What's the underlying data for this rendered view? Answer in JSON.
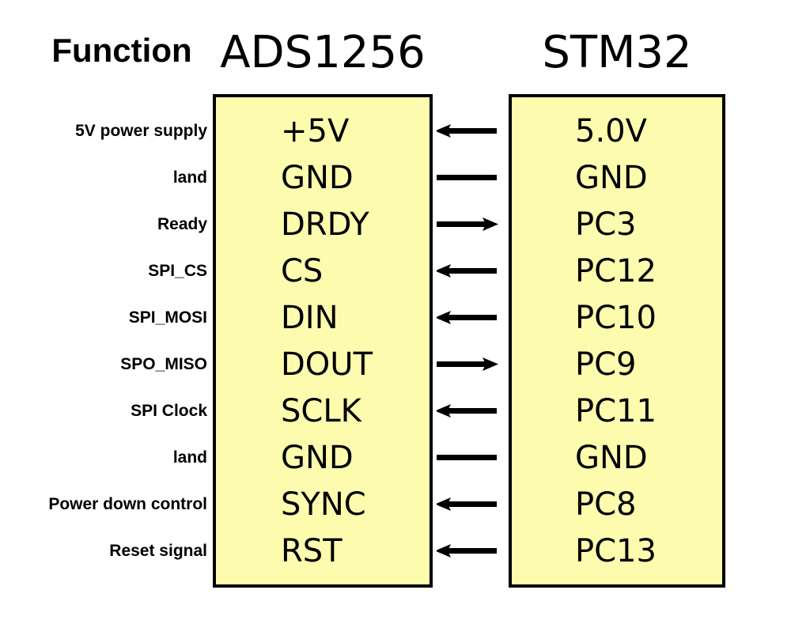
{
  "headers": {
    "function": "Function",
    "left_chip": "ADS1256",
    "right_chip": "STM32"
  },
  "colors": {
    "box_fill": "#FDFCAE",
    "box_border": "#000000",
    "text": "#000000",
    "background": "#FFFFFF"
  },
  "rows": [
    {
      "function": "5V power supply",
      "ads_pin": "+5V",
      "direction": "left",
      "stm_pin": "5.0V"
    },
    {
      "function": "land",
      "ads_pin": "GND",
      "direction": "none",
      "stm_pin": "GND"
    },
    {
      "function": "Ready",
      "ads_pin": "DRDY",
      "direction": "right",
      "stm_pin": "PC3"
    },
    {
      "function": "SPI_CS",
      "ads_pin": "CS",
      "direction": "left",
      "stm_pin": "PC12"
    },
    {
      "function": "SPI_MOSI",
      "ads_pin": "DIN",
      "direction": "left",
      "stm_pin": "PC10"
    },
    {
      "function": "SPO_MISO",
      "ads_pin": "DOUT",
      "direction": "right",
      "stm_pin": "PC9"
    },
    {
      "function": "SPI Clock",
      "ads_pin": "SCLK",
      "direction": "left",
      "stm_pin": "PC11"
    },
    {
      "function": "land",
      "ads_pin": "GND",
      "direction": "none",
      "stm_pin": "GND"
    },
    {
      "function": "Power down control",
      "ads_pin": "SYNC",
      "direction": "left",
      "stm_pin": "PC8"
    },
    {
      "function": "Reset signal",
      "ads_pin": "RST",
      "direction": "left",
      "stm_pin": "PC13"
    }
  ]
}
